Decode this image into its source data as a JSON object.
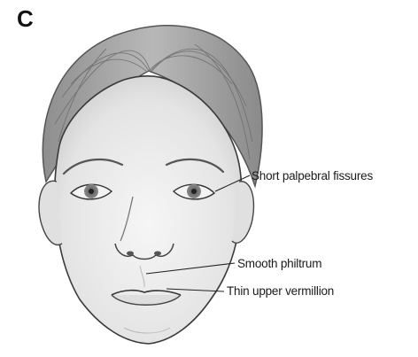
{
  "panel_label": "C",
  "callouts": {
    "palpebral": "Short palpebral fissures",
    "philtrum": "Smooth philtrum",
    "vermillion": "Thin upper vermillion"
  },
  "colors": {
    "background": "#ffffff",
    "face_fill": "#ededed",
    "hair_fill": "#a8a8a8",
    "line": "#333333",
    "text": "#1a1a1a"
  }
}
